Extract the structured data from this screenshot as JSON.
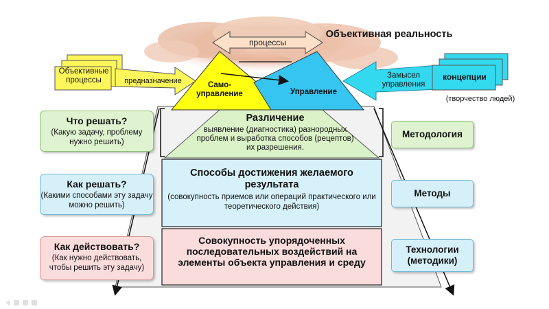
{
  "colors": {
    "green_box": "#dff3d0",
    "green_border": "#8cc274",
    "blue_box": "#d6f0fa",
    "blue_border": "#6fb7d8",
    "pink_box": "#fbdcdc",
    "pink_border": "#d89a9a",
    "yellow": "#fef65a",
    "cyan": "#33d9ef",
    "self_gov": "#ffff11",
    "mgmt": "#34c3f0"
  },
  "top": {
    "title": "Объективная реальность",
    "processes_label": "процессы",
    "left_stack_label": "Объективные процессы",
    "left_arrow_label": "предназначение",
    "self_gov_label": "Само-управление",
    "management_label": "Управление",
    "right_arrow_label": "Замысел управления",
    "right_stack_label": "концепции",
    "right_note": "(творчество людей)"
  },
  "center": {
    "level1_title": "Различение",
    "level1_sub": "выявление (диагностика) разнородных проблем и выработка способов (рецептов) их разрешения.",
    "level2_title": "Способы достижения желаемого результата",
    "level2_sub": "(совокупность приемов или операций практического или теоретического действия)",
    "level3_title": "Совокупность упорядоченных последовательных воздействий на элементы объекта управления и среду"
  },
  "left": [
    {
      "title": "Что решать?",
      "sub": "(Какую задачу, проблему нужно решить)"
    },
    {
      "title": "Как решать?",
      "sub": "(Какими способами эту задачу можно решить)"
    },
    {
      "title": "Как действовать?",
      "sub": "(Как нужно действовать, чтобы решить эту задачу)"
    }
  ],
  "right": [
    {
      "label": "Методология"
    },
    {
      "label": "Методы"
    },
    {
      "label": "Технологии (методики)"
    }
  ]
}
